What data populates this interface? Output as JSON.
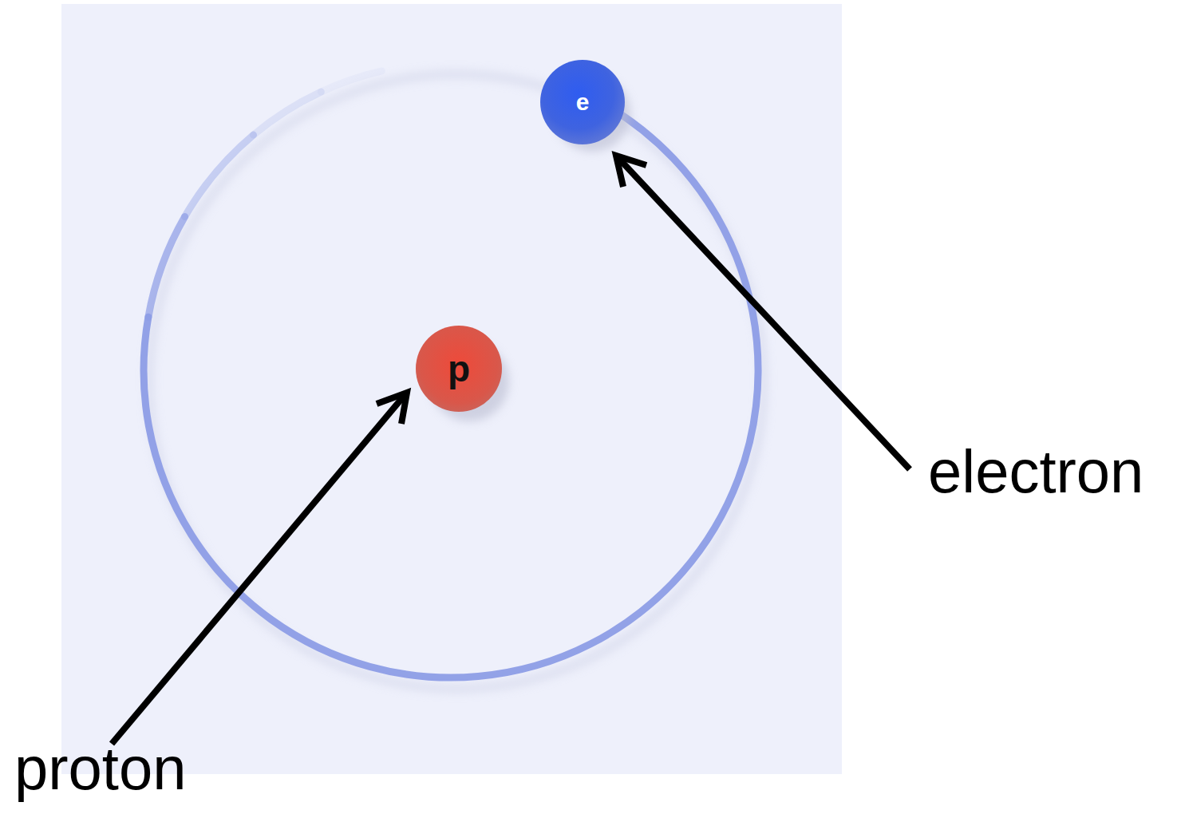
{
  "diagram": {
    "nodes": [
      {
        "text": [
          "e"
        ]
      },
      {
        "text": [
          "p"
        ]
      }
    ],
    "labels": [
      "electron",
      "proton"
    ]
  }
}
